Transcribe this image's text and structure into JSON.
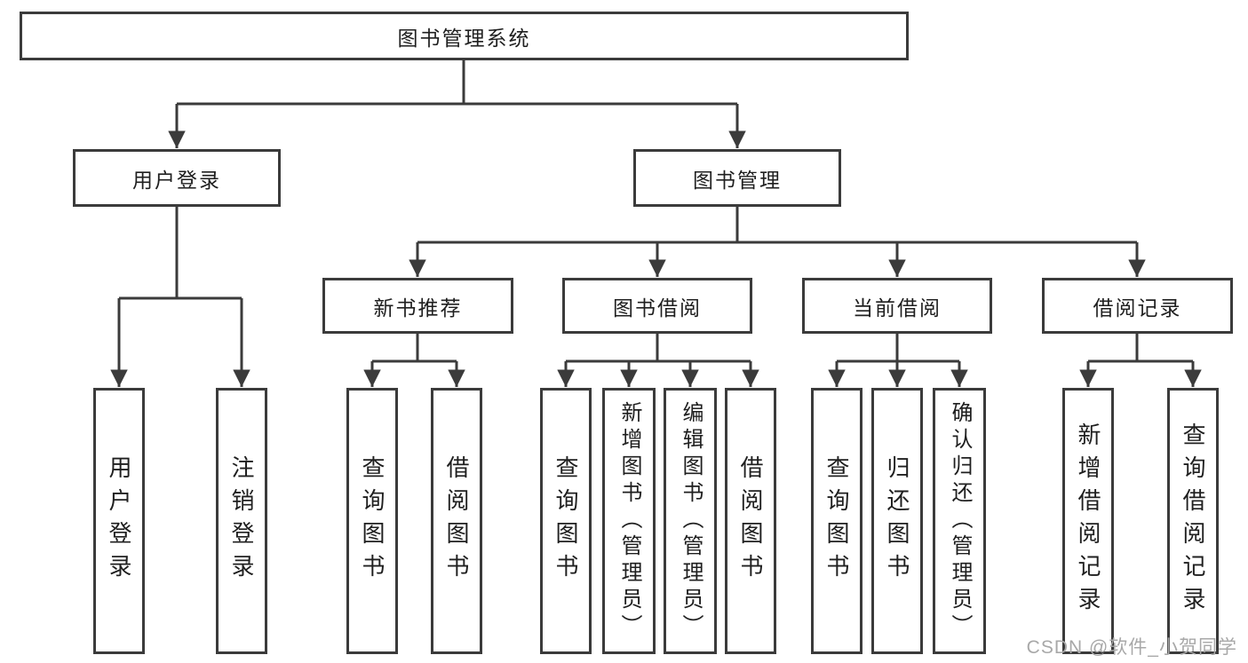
{
  "colors": {
    "line": "#3b3b3b",
    "text": "#1f1f1f",
    "watermark": "#a8a8a8",
    "background": "#ffffff"
  },
  "tree": {
    "root": "图书管理系统",
    "level2": [
      "用户登录",
      "图书管理"
    ],
    "level3": [
      "新书推荐",
      "图书借阅",
      "当前借阅",
      "借阅记录"
    ],
    "leaves": {
      "user_login": [
        "用户登录",
        "注销登录"
      ],
      "new_book": [
        "查询图书",
        "借阅图书"
      ],
      "book_borrow": [
        "查询图书",
        "新增图书（管理员）",
        "编辑图书（管理员）",
        "借阅图书"
      ],
      "current_borrow": [
        "查询图书",
        "归还图书",
        "确认归还（管理员）"
      ],
      "borrow_records": [
        "新增借阅记录",
        "查询借阅记录"
      ]
    }
  },
  "watermark": "CSDN @软件_小贺同学"
}
